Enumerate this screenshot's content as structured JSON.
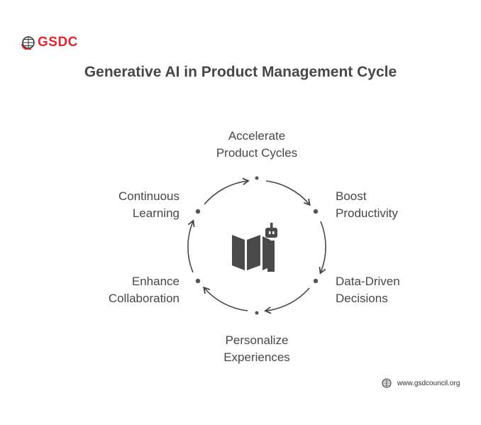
{
  "logo": {
    "text": "GSDC"
  },
  "title": "Generative AI in Product Management Cycle",
  "steps": [
    {
      "line1": "Accelerate",
      "line2": "Product Cycles"
    },
    {
      "line1": "Boost",
      "line2": "Productivity"
    },
    {
      "line1": "Data-Driven",
      "line2": "Decisions"
    },
    {
      "line1": "Personalize",
      "line2": "Experiences"
    },
    {
      "line1": "Enhance",
      "line2": "Collaboration"
    },
    {
      "line1": "Continuous",
      "line2": "Learning"
    }
  ],
  "center_icon": "map-robot-icon",
  "footer": {
    "url": "www.gsdcouncil.org",
    "icon": "globe-icon"
  },
  "colors": {
    "brand": "#e3262b",
    "ink": "#474747"
  }
}
